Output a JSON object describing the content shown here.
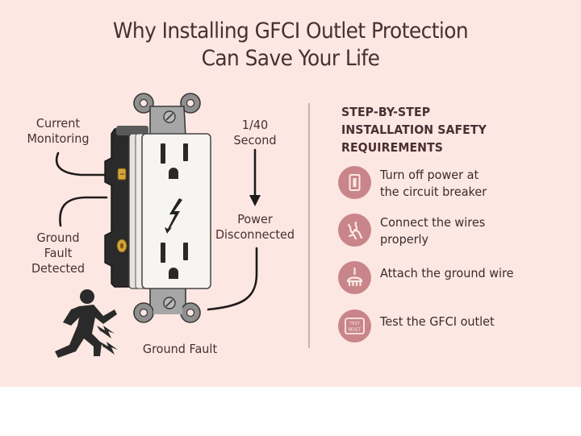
{
  "title": {
    "line1": "Why Installing GFCI Outlet Protection",
    "line2": "Can Save Your Life"
  },
  "colors": {
    "background": "#fde7e2",
    "text": "#4a2e33",
    "icon_circle": "#c9868a",
    "divider": "#c8b1b2",
    "outlet_face": "#f7f5f1",
    "outlet_housing": "#2b2a2a",
    "bracket": "#9a9a9a",
    "terminal": "#d3a53a"
  },
  "diagram": {
    "labels": {
      "current_monitoring": [
        "Current",
        "Monitoring"
      ],
      "ground_fault_detected": [
        "Ground",
        "Fault",
        "Detected"
      ],
      "time": [
        "1/40",
        "Second"
      ],
      "power_disconnected": [
        "Power",
        "Disconnected"
      ],
      "ground_fault": "Ground Fault"
    },
    "icons": [
      "gfci-outlet-icon",
      "lightning-bolt-icon",
      "running-person-icon",
      "electric-shock-icon",
      "down-arrow-icon"
    ]
  },
  "steps": {
    "heading": [
      "STEP-BY-STEP",
      "INSTALLATION SAFETY",
      "REQUIREMENTS"
    ],
    "items": [
      {
        "icon": "circuit-breaker-icon",
        "lines": [
          "Turn off power at",
          "the circuit breaker"
        ]
      },
      {
        "icon": "wires-icon",
        "lines": [
          "Connect the wires",
          "properly"
        ]
      },
      {
        "icon": "ground-wire-icon",
        "lines": [
          "Attach the ground wire"
        ]
      },
      {
        "icon": "test-reset-button-icon",
        "lines": [
          "Test the GFCI outlet"
        ],
        "icon_text": [
          "TEST",
          "RESET"
        ]
      }
    ]
  }
}
